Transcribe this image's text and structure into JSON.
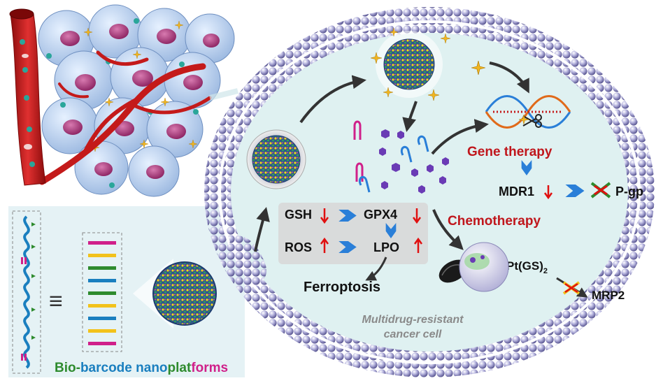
{
  "pathway": {
    "gsh": "GSH",
    "gpx4": "GPX4",
    "ros": "ROS",
    "lpo": "LPO",
    "ferroptosis": "Ferroptosis"
  },
  "therapy": {
    "gene_therapy": "Gene therapy",
    "chemotherapy": "Chemotherapy",
    "mdr1": "MDR1",
    "pgp": "P-gp",
    "pt_prefix": "Pt(GS)",
    "pt_sub": "2",
    "mrp2": "MRP2"
  },
  "cell_label": {
    "line1": "Multidrug-resistant",
    "line2": "cancer cell"
  },
  "platform_label": {
    "bio": "Bio",
    "dash1": "-",
    "barcode": "barcode ",
    "nano": "nano",
    "plat": "plat",
    "forms": "forms"
  },
  "equiv_symbol": "≡",
  "colors": {
    "gene_text": "#c0161c",
    "arrow_red": "#e01010",
    "chevron_blue": "#2a7fd8",
    "bio_green": "#2e8b2e",
    "barcode_blue": "#1a7fbf",
    "forms_magenta": "#d0208a",
    "cytoplasm": "#dff1f1",
    "membrane_bead": "#a8a6d6",
    "vessel_red": "#c41a1a"
  }
}
